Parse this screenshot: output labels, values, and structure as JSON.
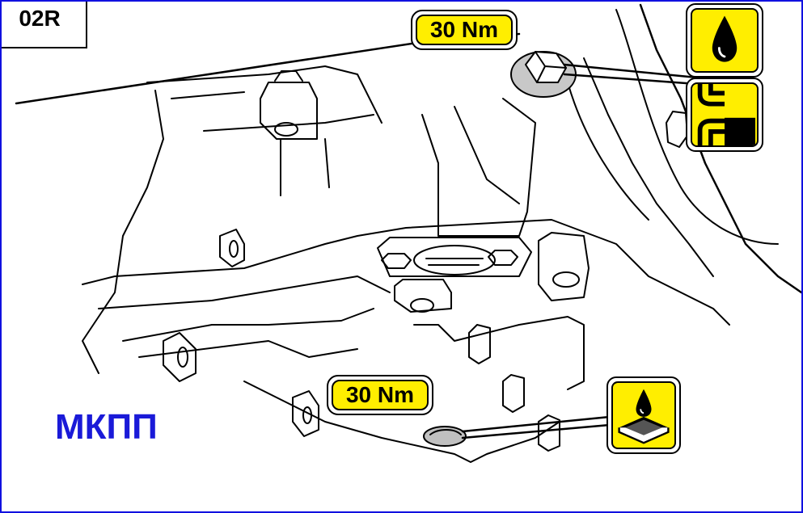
{
  "diagram": {
    "code": "02R",
    "label": "МКПП",
    "callouts": [
      {
        "id": "filler_plug",
        "torque": "30 Nm",
        "icons": [
          "oil-drop-icon",
          "oil-level-icon"
        ]
      },
      {
        "id": "drain_plug",
        "torque": "30 Nm",
        "icons": [
          "oil-drain-icon"
        ]
      }
    ],
    "colors": {
      "frame": "#1010e0",
      "badge_fill": "#ffee00",
      "label_text": "#1a1ad8",
      "line": "#000000"
    }
  }
}
